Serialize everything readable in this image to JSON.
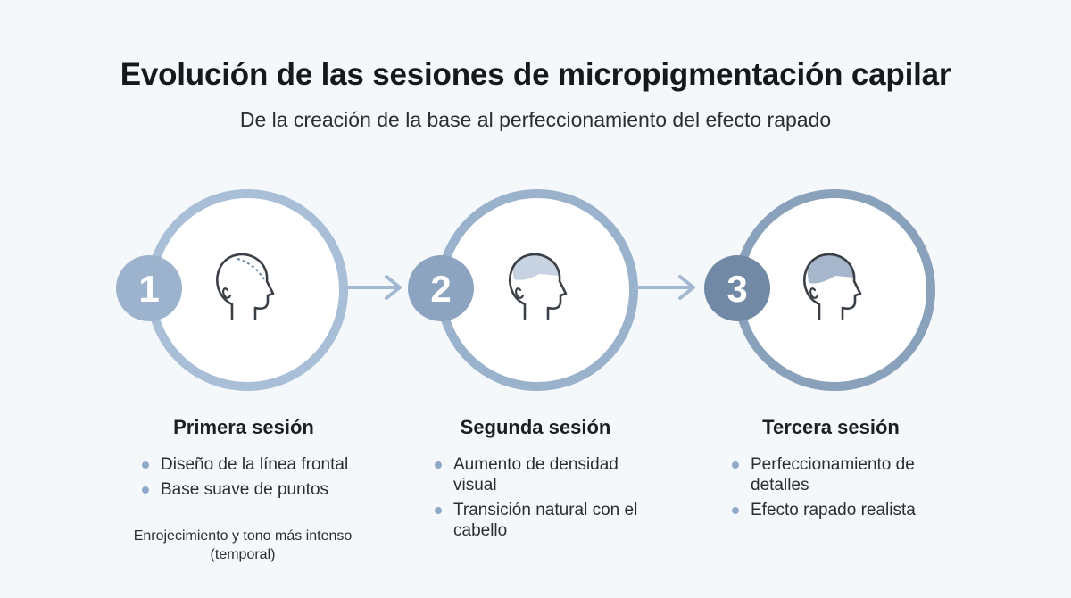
{
  "header": {
    "title": "Evolución de las sesiones de micropigmentación capilar",
    "subtitle": "De la creación de la base al perfeccionamiento del efecto rapado"
  },
  "colors": {
    "ring_1": "#a9bfd8",
    "ring_2": "#9bb2cc",
    "ring_3": "#8aa1bb",
    "badge_1": "#9cb2cd",
    "badge_2": "#8ca4c0",
    "badge_3": "#7289a5",
    "arrow": "#a3b8d1",
    "bullet": "#8fa9c8"
  },
  "steps": [
    {
      "number": "1",
      "title": "Primera sesión",
      "icon": "head-profile-outline-icon",
      "bullets": [
        "Diseño de la línea frontal",
        "Base suave de puntos"
      ],
      "note": "Enrojecimiento y tono más intenso (temporal)"
    },
    {
      "number": "2",
      "title": "Segunda sesión",
      "icon": "head-profile-light-shading-icon",
      "bullets": [
        "Aumento de densidad visual",
        "Transición natural con el cabello"
      ]
    },
    {
      "number": "3",
      "title": "Tercera sesión",
      "icon": "head-profile-dark-shading-icon",
      "bullets": [
        "Perfeccionamiento de detalles",
        "Efecto rapado realista"
      ]
    }
  ]
}
